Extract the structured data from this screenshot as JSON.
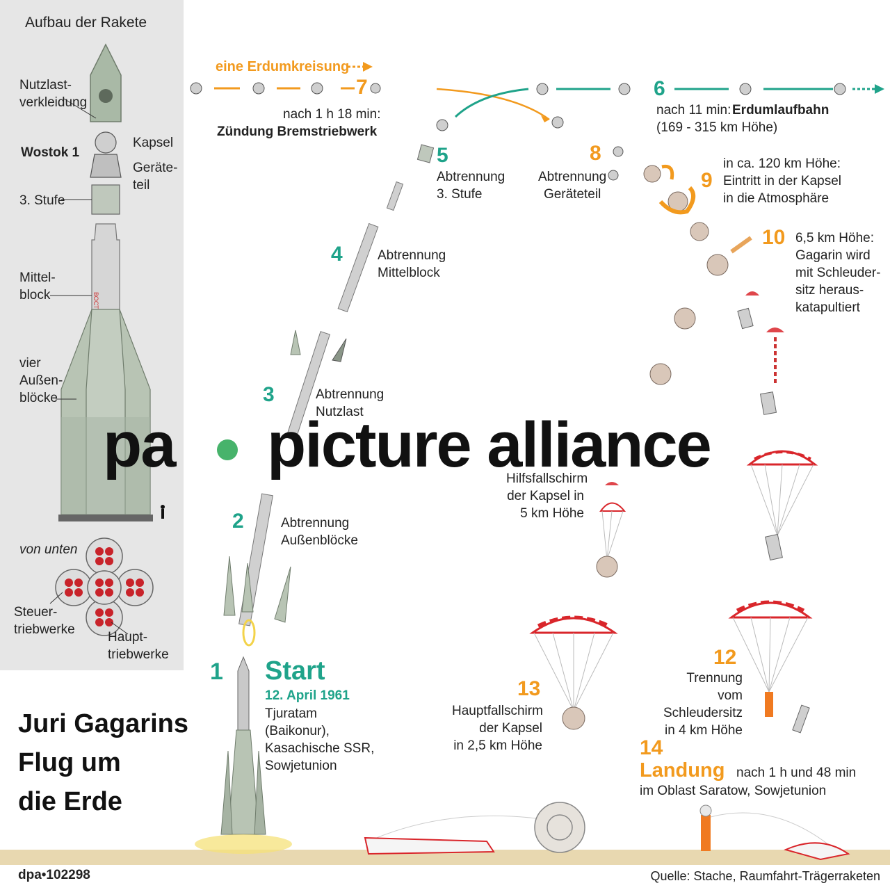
{
  "panel": {
    "heading": "Aufbau der Rakete",
    "labels": {
      "nutzlast": "Nutzlast-\nverkleidung",
      "wostok": "Wostok 1",
      "kapsel": "Kapsel",
      "geraete": "Geräte-\nteil",
      "stufe3": "3. Stufe",
      "mittel": "Mittel-\nblock",
      "aussen": "vier\nAußen-\nblöcke",
      "vonunten": "von unten",
      "steuer": "Steuer-\ntriebwerke",
      "haupt": "Haupt-\ntriebwerke"
    },
    "vostok_mark": "ВОСТОК"
  },
  "title": "Juri Gagarins\nFlug um\ndie Erde",
  "start": {
    "num": "1",
    "label": "Start",
    "date": "12. April 1961",
    "place": "Tjuratam\n(Baikonur),\nKasachische SSR,\nSowjetunion"
  },
  "steps": {
    "s2": {
      "num": "2",
      "text": "Abtrennung\nAußenblöcke"
    },
    "s3": {
      "num": "3",
      "text": "Abtrennung\nNutzlast"
    },
    "s4": {
      "num": "4",
      "text": "Abtrennung\nMittelblock"
    },
    "s5": {
      "num": "5",
      "text": "Abtrennung\n3. Stufe"
    },
    "s6": {
      "num": "6",
      "text_a": "nach 11 min:",
      "text_b": "Erdumlaufbahn",
      "text_c": "(169 - 315 km Höhe)"
    },
    "s7": {
      "num": "7",
      "orbit": "eine Erdumkreisung",
      "text_a": "nach 1 h 18 min:",
      "text_b": "Zündung Bremstriebwerk"
    },
    "s8": {
      "num": "8",
      "text": "Abtrennung\nGeräteteil"
    },
    "s9": {
      "num": "9",
      "text": "in ca. 120 km Höhe:\nEintritt in der Kapsel\nin die Atmosphäre"
    },
    "s10": {
      "num": "10",
      "text": "6,5 km Höhe:\nGagarin wird\nmit Schleuder-\nsitz heraus-\nkatapultiert"
    },
    "hilfs": {
      "text": "Hilfsfallschirm\nder Kapsel in\n5 km Höhe"
    },
    "s12": {
      "num": "12",
      "text": "Trennung vom\nSchleudersitz\nin 4 km Höhe"
    },
    "s13": {
      "num": "13",
      "text": "Hauptfallschirm\nder Kapsel\nin 2,5 km Höhe"
    },
    "s14": {
      "num": "14",
      "label": "Landung",
      "text_a": "nach 1 h und 48 min",
      "text_b": "im Oblast Saratow, Sowjetunion"
    }
  },
  "watermark": {
    "left": "pa",
    "right": "picture alliance"
  },
  "footer": {
    "id": "dpa•102298",
    "source": "Quelle: Stache, Raumfahrt-Trägerraketen"
  },
  "colors": {
    "teal": "#1fa38a",
    "orange": "#f29a1e",
    "panel": "#e6e6e6",
    "ground": "#e8d8b0",
    "rocket": "#b8c4b4",
    "parachute_red": "#d9262b"
  }
}
